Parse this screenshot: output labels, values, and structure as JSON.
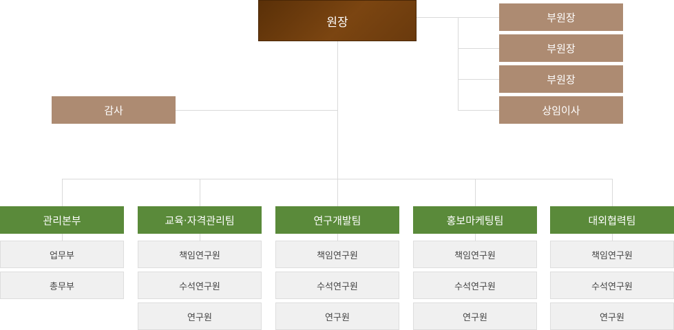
{
  "director": {
    "label": "원장"
  },
  "vice": [
    {
      "label": "부원장"
    },
    {
      "label": "부원장"
    },
    {
      "label": "부원장"
    },
    {
      "label": "상임이사"
    }
  ],
  "auditor": {
    "label": "감사"
  },
  "departments": [
    {
      "label": "관리본부",
      "members": [
        "업무부",
        "총무부"
      ]
    },
    {
      "label": "교육·자격관리팀",
      "members": [
        "책임연구원",
        "수석연구원",
        "연구원"
      ]
    },
    {
      "label": "연구개발팀",
      "members": [
        "책임연구원",
        "수석연구원",
        "연구원"
      ]
    },
    {
      "label": "홍보마케팅팀",
      "members": [
        "책임연구원",
        "수석연구원",
        "연구원"
      ]
    },
    {
      "label": "대외협력팀",
      "members": [
        "책임연구원",
        "수석연구원",
        "연구원"
      ]
    }
  ],
  "colors": {
    "director": "#6b3a0e",
    "executive": "#ad8b72",
    "department": "#5a8a3a",
    "member": "#f0f0f0",
    "connector": "#d9d9d9"
  }
}
